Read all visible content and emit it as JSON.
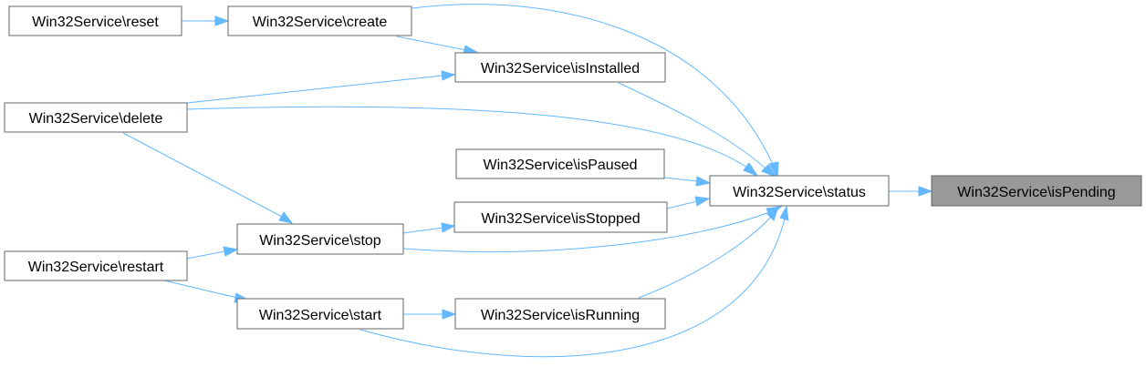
{
  "nodes": {
    "reset": "Win32Service\\reset",
    "create": "Win32Service\\create",
    "isInstalled": "Win32Service\\isInstalled",
    "delete": "Win32Service\\delete",
    "isPaused": "Win32Service\\isPaused",
    "status": "Win32Service\\status",
    "isPending": "Win32Service\\isPending",
    "isStopped": "Win32Service\\isStopped",
    "stop": "Win32Service\\stop",
    "restart": "Win32Service\\restart",
    "start": "Win32Service\\start",
    "isRunning": "Win32Service\\isRunning"
  },
  "colors": {
    "edge": "#63b8ff",
    "node_border": "#666666",
    "highlight_fill": "#999999"
  }
}
